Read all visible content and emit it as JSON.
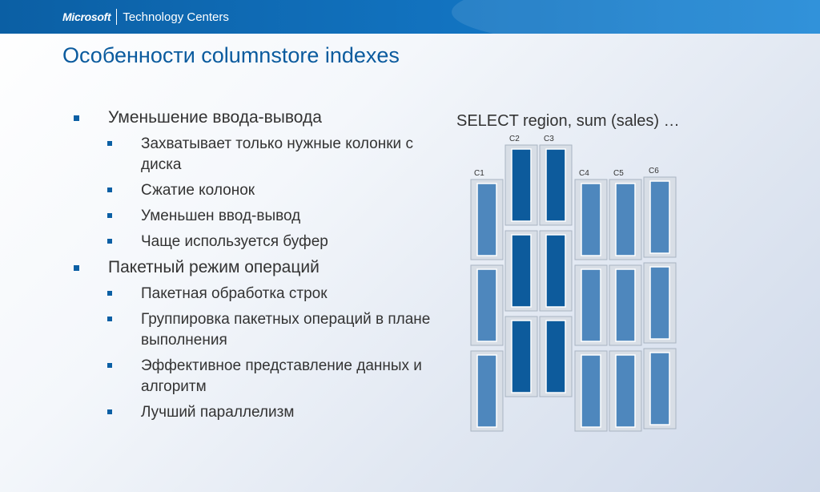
{
  "header": {
    "brand_name": "Microsoft",
    "brand_tagline": "Technology Centers"
  },
  "slide": {
    "title": "Особенности columnstore indexes",
    "bullets": [
      {
        "text": "Уменьшение ввода-вывода",
        "sub": [
          "Захватывает только нужные колонки с диска",
          "Сжатие колонок",
          "Уменьшен ввод-вывод",
          "Чаще используется буфер"
        ]
      },
      {
        "text": "Пакетный режим операций",
        "sub": [
          "Пакетная обработка строк",
          "Группировка пакетных операций в плане выполнения",
          "Эффективное представление данных и алгоритм",
          "Лучший параллелизм"
        ]
      }
    ],
    "query": "SELECT region, sum (sales) …",
    "columns": [
      {
        "label": "C1",
        "highlighted": false
      },
      {
        "label": "C2",
        "highlighted": true
      },
      {
        "label": "C3",
        "highlighted": true
      },
      {
        "label": "C4",
        "highlighted": false
      },
      {
        "label": "C5",
        "highlighted": false
      },
      {
        "label": "C6",
        "highlighted": false
      }
    ]
  },
  "colors": {
    "accent": "#0b5fa4",
    "segment_normal": "#4e87bd",
    "segment_highlight": "#0d5b9c",
    "segment_frame": "#d8dee6"
  }
}
